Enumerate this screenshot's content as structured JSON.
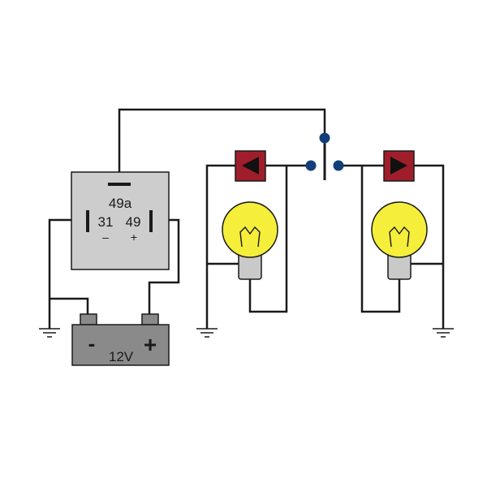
{
  "relay": {
    "terminal_top": "49a",
    "terminal_left": "31",
    "terminal_right": "49",
    "polarity_left": "–",
    "polarity_right": "+"
  },
  "battery": {
    "voltage": "12V",
    "negative_sign": "-",
    "positive_sign": "+"
  },
  "colors": {
    "relay_body": "#cdcdcd",
    "battery_body": "#8a8a8a",
    "bulb_glass": "#f5ee3a",
    "bulb_base": "#c9c9c9",
    "indicator_box": "#a01e2b",
    "switch_contact": "#123f7a",
    "wire": "#1a1a1a"
  },
  "icons": {
    "left_indicator": "triangle-left-icon",
    "right_indicator": "triangle-right-icon",
    "ground": "ground-icon"
  }
}
